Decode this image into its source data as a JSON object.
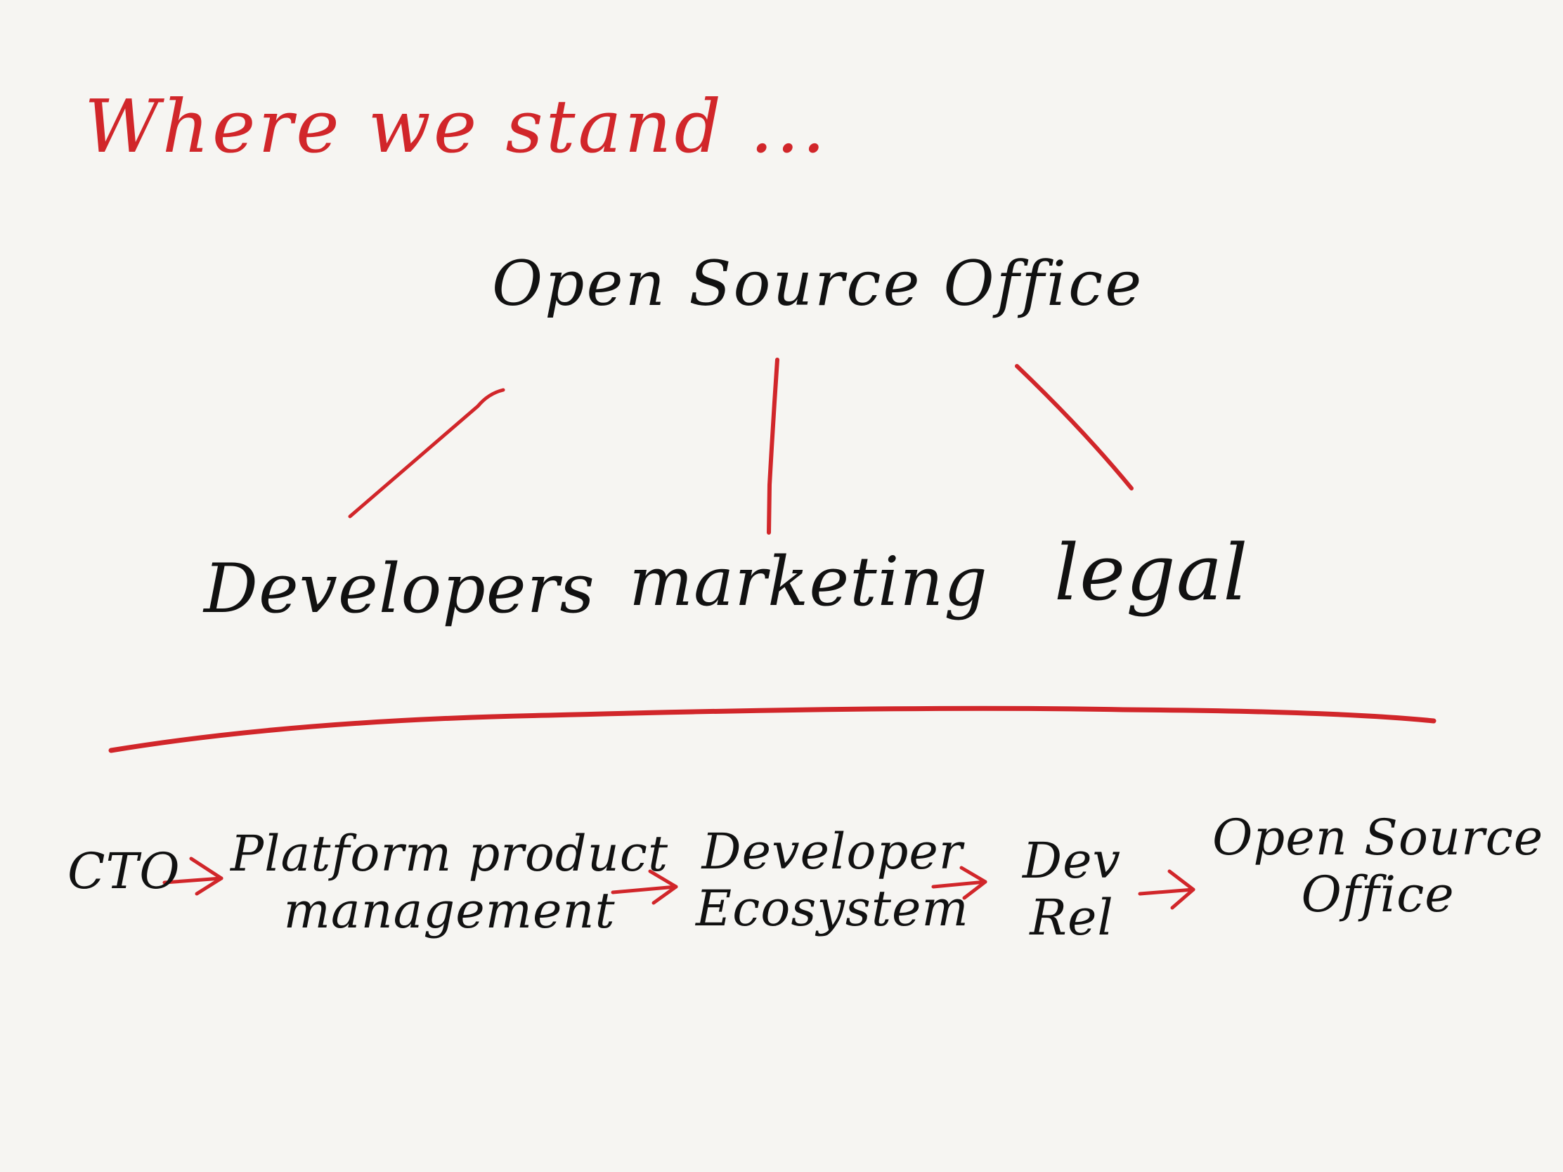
{
  "title": "Where we stand ...",
  "root_node": "Open Source Office",
  "children": [
    "Developers",
    "marketing",
    "legal"
  ],
  "flow": [
    {
      "line1": "CTO",
      "line2": ""
    },
    {
      "line1": "Platform product",
      "line2": "management"
    },
    {
      "line1": "Developer",
      "line2": "Ecosystem"
    },
    {
      "line1": "Dev",
      "line2": "Rel"
    },
    {
      "line1": "Open Source",
      "line2": "Office"
    }
  ],
  "colors": {
    "background": "#f6f5f2",
    "ink": "#111111",
    "accent": "#d1262a"
  }
}
